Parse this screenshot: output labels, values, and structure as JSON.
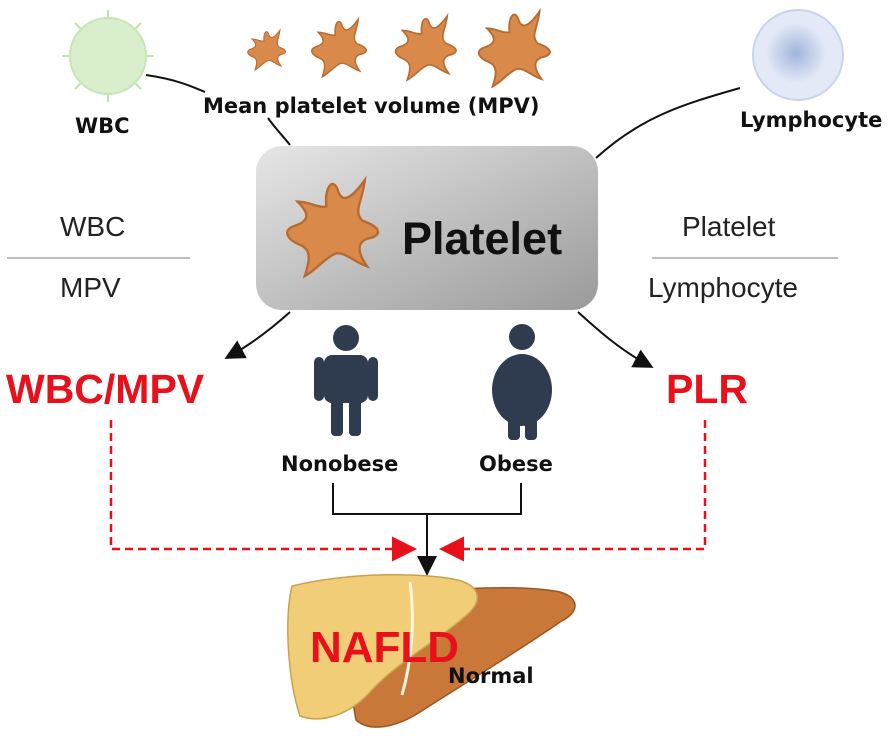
{
  "labels": {
    "wbc_cell": "WBC",
    "mpv": "Mean platelet volume (MPV)",
    "lymphocyte_cell": "Lymphocyte",
    "platelet": "Platelet",
    "ratio_left_num": "WBC",
    "ratio_left_den": "MPV",
    "ratio_right_num": "Platelet",
    "ratio_right_den": "Lymphocyte",
    "wbc_mpv": "WBC/MPV",
    "plr": "PLR",
    "nonobese": "Nonobese",
    "obese": "Obese",
    "nafld": "NAFLD",
    "normal": "Normal"
  },
  "colors": {
    "red": "#e8101a",
    "platelet": "#d98a4a",
    "person": "#2f3b4e",
    "wbc": "#d9efcc",
    "lymphocyte": "#c2d0ec",
    "liver_fatty": "#f1cd78",
    "liver_normal": "#c9783a"
  },
  "icons": [
    "wbc-cell-icon",
    "platelet-icon",
    "lymphocyte-cell-icon",
    "person-icon",
    "liver-icon"
  ]
}
